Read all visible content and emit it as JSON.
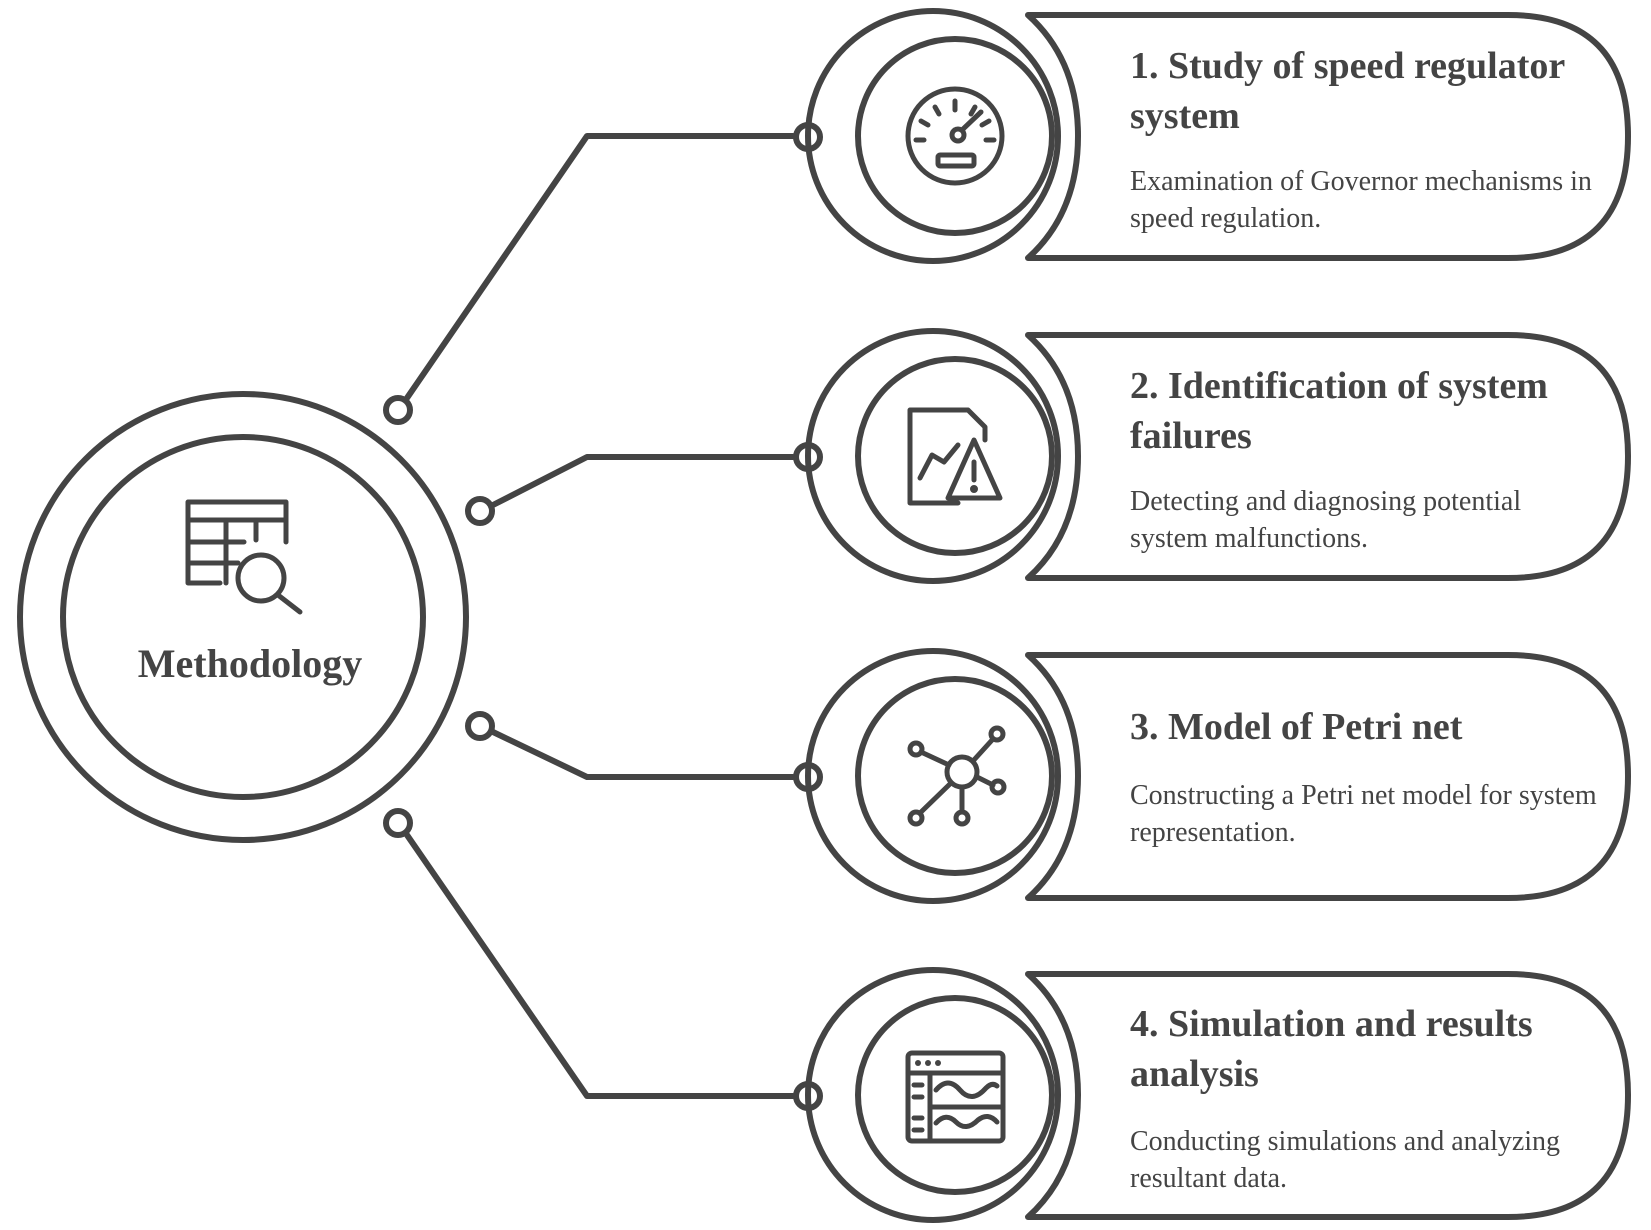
{
  "center": {
    "label": "Methodology",
    "icon": "table-search-icon"
  },
  "steps": [
    {
      "title": "1. Study of speed regulator system",
      "description": "Examination of Governor mechanisms in speed regulation.",
      "icon": "speedometer-icon"
    },
    {
      "title": "2. Identification of system failures",
      "description": "Detecting and diagnosing potential system malfunctions.",
      "icon": "report-warning-icon"
    },
    {
      "title": "3. Model of Petri net",
      "description": "Constructing a Petri net model for system representation.",
      "icon": "network-hub-icon"
    },
    {
      "title": "4. Simulation and results analysis",
      "description": "Conducting simulations and analyzing resultant data.",
      "icon": "simulation-window-icon"
    }
  ],
  "colors": {
    "stroke": "#444444",
    "background": "#ffffff"
  }
}
